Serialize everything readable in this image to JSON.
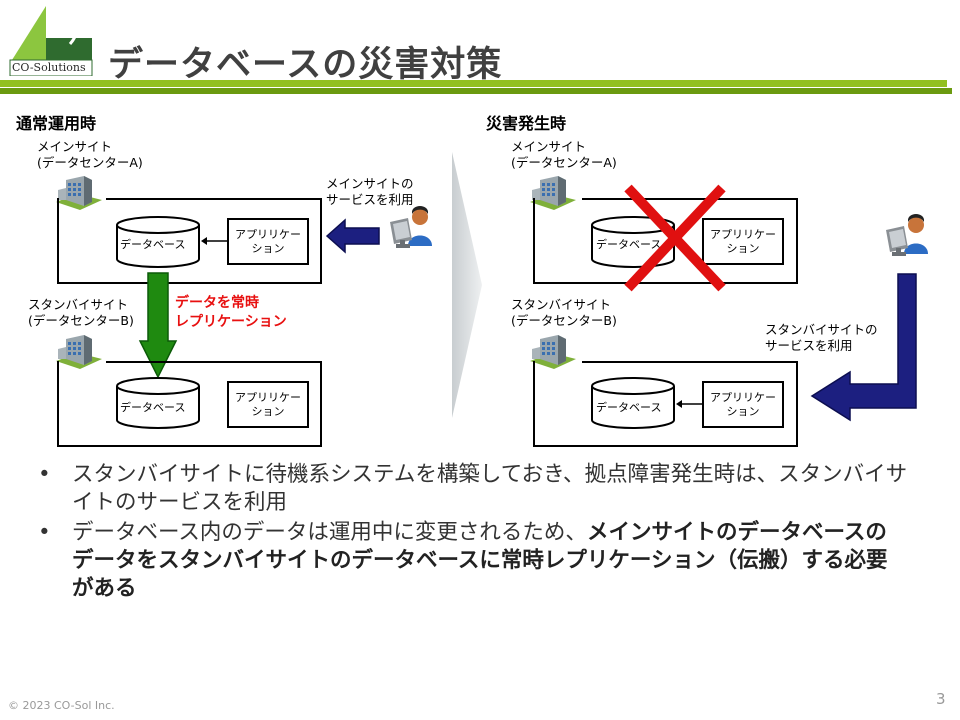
{
  "header": {
    "title": "データベースの災害対策",
    "logo_text": "CO-Solutions"
  },
  "left": {
    "section_title": "通常運用時",
    "main_site_label": "メインサイト\n(データセンターA)",
    "standby_site_label": "スタンバイサイト\n(データセンターB)",
    "database_label": "データベース",
    "application_label": "アプリリケー\nション",
    "user_caption": "メインサイトの\nサービスを利用",
    "replication_note": "データを常時\nレプリケーション"
  },
  "right": {
    "section_title": "災害発生時",
    "main_site_label": "メインサイト\n(データセンターA)",
    "standby_site_label": "スタンバイサイト\n(データセンターB)",
    "database_label": "データベース",
    "application_label": "アプリリケー\nション",
    "user_caption": "スタンバイサイトの\nサービスを利用"
  },
  "bullets": {
    "item1": "スタンバイサイトに待機系システムを構築しておき、拠点障害発生時は、スタンバイサイトのサービスを利用",
    "item2_normal": "データベース内のデータは運用中に変更されるため、",
    "item2_bold": "メインサイトのデータベースのデータをスタンバイサイトのデータベースに常時レプリケーション（伝搬）する必要がある"
  },
  "footer": {
    "copyright": "© 2023 CO-Sol Inc.",
    "page_number": "3"
  },
  "colors": {
    "arrow_blue": "#1c1f80",
    "arrow_green": "#1f8a10",
    "red_x": "#e01010",
    "accent_green": "#92c020"
  },
  "icons": [
    "building-icon",
    "user-at-computer-icon",
    "database-cylinder-icon",
    "red-x-icon",
    "chevron-icon"
  ]
}
